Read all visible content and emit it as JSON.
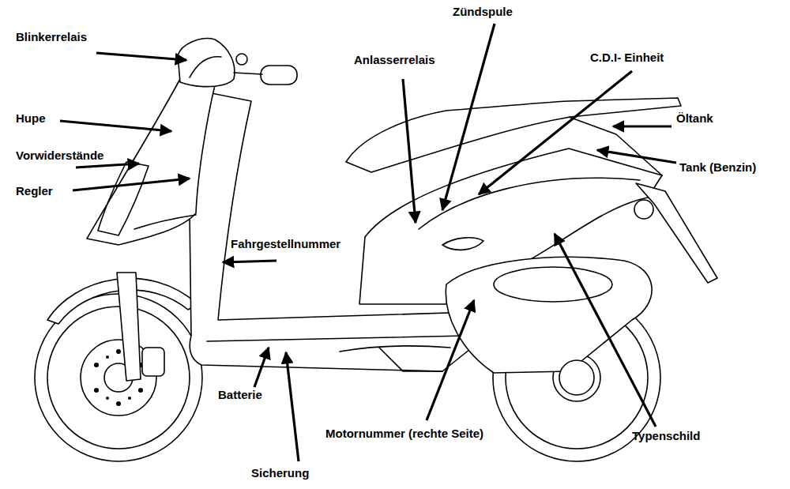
{
  "diagram": {
    "labels": [
      "Blinkerrelais",
      "Hupe",
      "Vorwiderstände",
      "Regler",
      "Fahrgestellnummer",
      "Batterie",
      "Sicherung",
      "Motornummer (rechte Seite)",
      "Anlasserrelais",
      "Zündspule",
      "C.D.I- Einheit",
      "Öltank",
      "Tank (Benzin)",
      "Typenschild"
    ]
  }
}
